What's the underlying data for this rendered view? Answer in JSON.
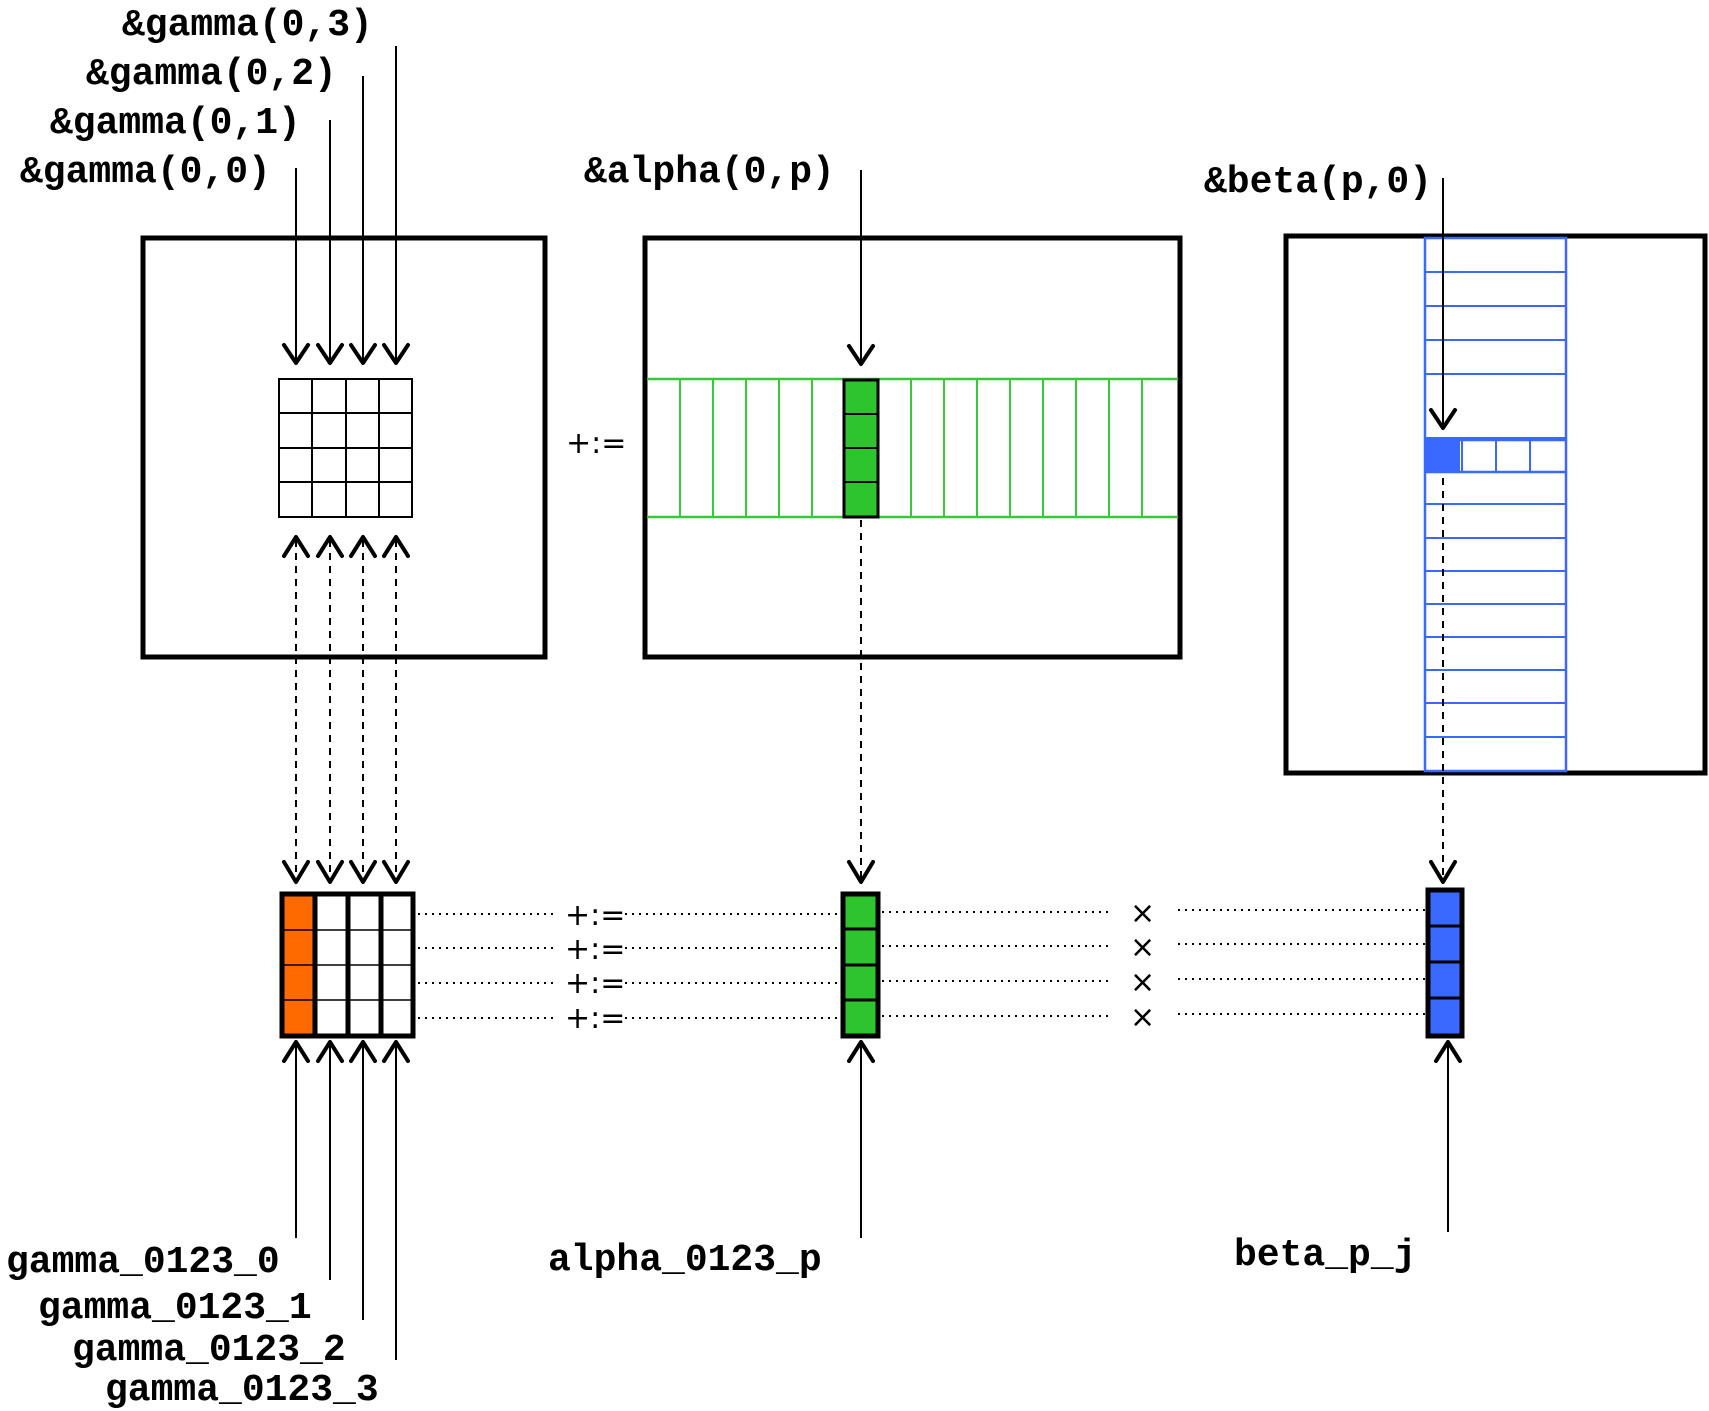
{
  "colors": {
    "black": "#000000",
    "green": "#2ec42e",
    "green_line": "#38c838",
    "blue": "#3a69ff",
    "blue_line": "#3a69ff",
    "orange": "#ff6a00",
    "white": "#ffffff"
  },
  "labels": {
    "gamma_top": [
      "&gamma(0,0)",
      "&gamma(0,1)",
      "&gamma(0,2)",
      "&gamma(0,3)"
    ],
    "alpha_top": "&alpha(0,p)",
    "beta_top": "&beta(p,0)",
    "gamma_bottom": [
      "gamma_0123_0",
      "gamma_0123_1",
      "gamma_0123_2",
      "gamma_0123_3"
    ],
    "alpha_bottom": "alpha_0123_p",
    "beta_bottom": "beta_p_j",
    "update_top": "+:=",
    "update_rows": [
      "+:=",
      "+:=",
      "+:=",
      "+:="
    ],
    "times_rows": [
      "×",
      "×",
      "×",
      "×"
    ]
  }
}
